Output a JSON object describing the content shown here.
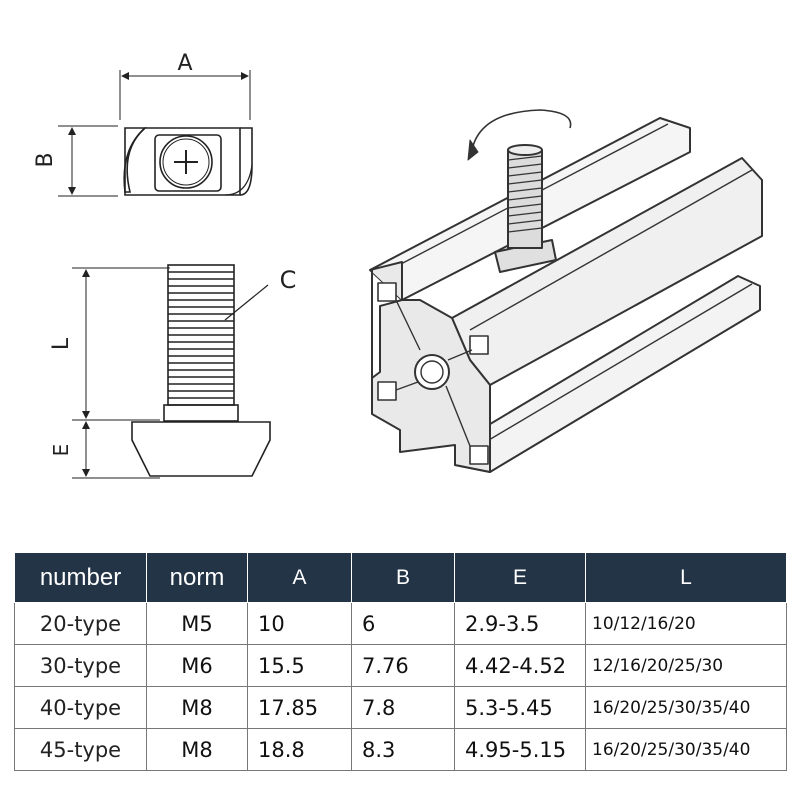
{
  "drawing": {
    "labels": {
      "a": "A",
      "b": "B",
      "c": "C",
      "l": "L",
      "e": "E"
    }
  },
  "table": {
    "headers": [
      "number",
      "norm",
      "A",
      "B",
      "E",
      "L"
    ],
    "rows": [
      [
        "20-type",
        "M5",
        "10",
        "6",
        "2.9-3.5",
        "10/12/16/20"
      ],
      [
        "30-type",
        "M6",
        "15.5",
        "7.76",
        "4.42-4.52",
        "12/16/20/25/30"
      ],
      [
        "40-type",
        "M8",
        "17.85",
        "7.8",
        "5.3-5.45",
        "16/20/25/30/35/40"
      ],
      [
        "45-type",
        "M8",
        "18.8",
        "8.3",
        "4.95-5.15",
        "16/20/25/30/35/40"
      ]
    ]
  },
  "colors": {
    "header_bg": "#223446",
    "header_text": "#ffffff",
    "grid": "#777777"
  }
}
